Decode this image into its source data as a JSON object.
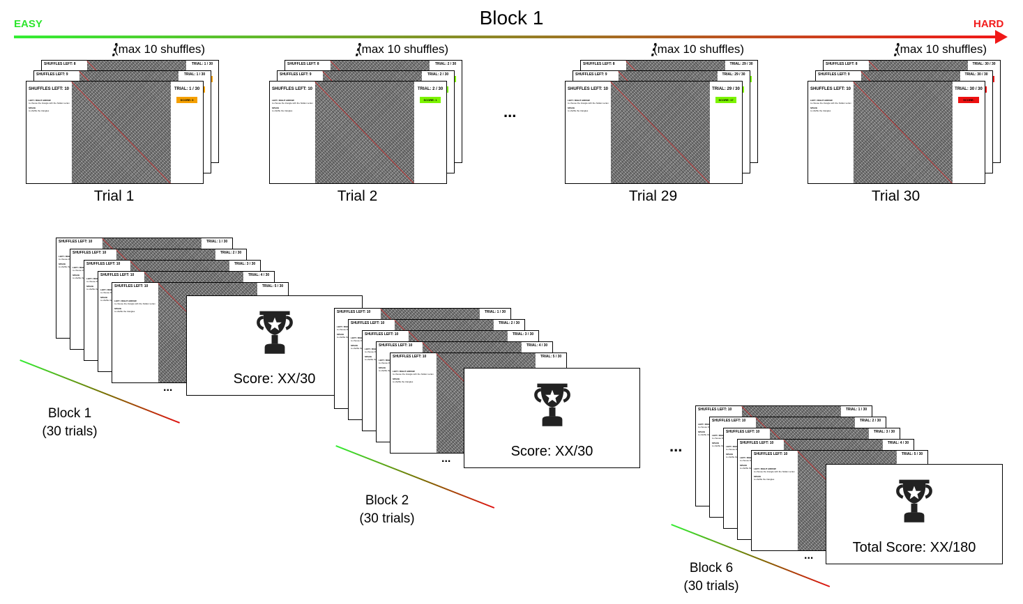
{
  "header": {
    "title": "Block 1",
    "easy_label": "EASY",
    "hard_label": "HARD",
    "gradient_colors": {
      "easy": "#33ee33",
      "hard": "#f01818"
    }
  },
  "trials": [
    {
      "caption": "Trial 1",
      "shuffle_note": "(max 10 shuffles)",
      "shuffles_left": "SHUFFLES LEFT: 10",
      "shuffles_back": [
        "SHUFFLES LEFT: 8",
        "SHUFFLES LEFT: 9"
      ],
      "trial_counter": "TRIAL: 1 / 30",
      "trial_back": [
        "TRIAL: 1 / 30",
        "TRIAL: 1 / 30"
      ],
      "score": "SCORE: 0",
      "score_color": "#f5a000"
    },
    {
      "caption": "Trial 2",
      "shuffle_note": "(max 10 shuffles)",
      "shuffles_left": "SHUFFLES LEFT: 10",
      "shuffles_back": [
        "SHUFFLES LEFT: 8",
        "SHUFFLES LEFT: 9"
      ],
      "trial_counter": "TRIAL: 2 / 30",
      "trial_back": [
        "TRIAL: 2 / 30",
        "TRIAL: 2 / 30"
      ],
      "score": "SCORE: 1",
      "score_color": "#7cf400"
    },
    {
      "caption": "Trial 29",
      "shuffle_note": "(max 10 shuffles)",
      "shuffles_left": "SHUFFLES LEFT: 10",
      "shuffles_back": [
        "SHUFFLES LEFT: 8",
        "SHUFFLES LEFT: 9"
      ],
      "trial_counter": "TRIAL: 29 / 30",
      "trial_back": [
        "TRIAL: 29 / 30",
        "TRIAL: 29 / 30"
      ],
      "score": "SCORE: 17",
      "score_color": "#7cf400"
    },
    {
      "caption": "Trial 30",
      "shuffle_note": "(max 10 shuffles)",
      "shuffles_left": "SHUFFLES LEFT: 10",
      "shuffles_back": [
        "SHUFFLES LEFT: 8",
        "SHUFFLES LEFT: 9"
      ],
      "trial_counter": "TRIAL: 30 / 30",
      "trial_back": [
        "TRIAL: 30 / 30",
        "TRIAL: 30 / 30"
      ],
      "score": "SCORE: ",
      "score_color": "#ee1111"
    }
  ],
  "trial_gap_ellipsis": "...",
  "instructions": {
    "key1": "LEFT / RIGHT ARROW",
    "key1_desc": "to choose the triangle with the hidden vertex",
    "key2": "SPACE",
    "key2_desc": "to shuffle the triangles"
  },
  "blocks": [
    {
      "label_line1": "Block 1",
      "label_line2": "(30 trials)",
      "score_text": "Score: XX/30",
      "stack_ellipsis": "...",
      "stack_cards": [
        {
          "shuffles": "SHUFFLES LEFT: 10",
          "trial": "TRIAL: 1 / 30"
        },
        {
          "shuffles": "SHUFFLES LEFT: 10",
          "trial": "TRIAL: 2 / 30"
        },
        {
          "shuffles": "SHUFFLES LEFT: 10",
          "trial": "TRIAL: 3 / 30"
        },
        {
          "shuffles": "SHUFFLES LEFT: 10",
          "trial": "TRIAL: 4 / 30"
        },
        {
          "shuffles": "SHUFFLES LEFT: 10",
          "trial": "TRIAL: 5 / 30"
        }
      ]
    },
    {
      "label_line1": "Block 2",
      "label_line2": "(30 trials)",
      "score_text": "Score: XX/30",
      "stack_ellipsis": "...",
      "stack_cards": [
        {
          "shuffles": "SHUFFLES LEFT: 10",
          "trial": "TRIAL: 1 / 30"
        },
        {
          "shuffles": "SHUFFLES LEFT: 10",
          "trial": "TRIAL: 2 / 30"
        },
        {
          "shuffles": "SHUFFLES LEFT: 10",
          "trial": "TRIAL: 3 / 30"
        },
        {
          "shuffles": "SHUFFLES LEFT: 10",
          "trial": "TRIAL: 4 / 30"
        },
        {
          "shuffles": "SHUFFLES LEFT: 10",
          "trial": "TRIAL: 5 / 30"
        }
      ]
    },
    {
      "label_line1": "Block 6",
      "label_line2": "(30 trials)",
      "score_text": "Total Score: XX/180",
      "stack_ellipsis": "...",
      "stack_cards": [
        {
          "shuffles": "SHUFFLES LEFT: 10",
          "trial": "TRIAL: 1 / 30"
        },
        {
          "shuffles": "SHUFFLES LEFT: 10",
          "trial": "TRIAL: 2 / 30"
        },
        {
          "shuffles": "SHUFFLES LEFT: 10",
          "trial": "TRIAL: 3 / 30"
        },
        {
          "shuffles": "SHUFFLES LEFT: 10",
          "trial": "TRIAL: 4 / 30"
        },
        {
          "shuffles": "SHUFFLES LEFT: 10",
          "trial": "TRIAL: 5 / 30"
        }
      ]
    }
  ],
  "block_gap_ellipsis": "...",
  "icons": {
    "trophy": "trophy-icon",
    "shuffle_dots": "vertical-ellipsis-icon"
  }
}
